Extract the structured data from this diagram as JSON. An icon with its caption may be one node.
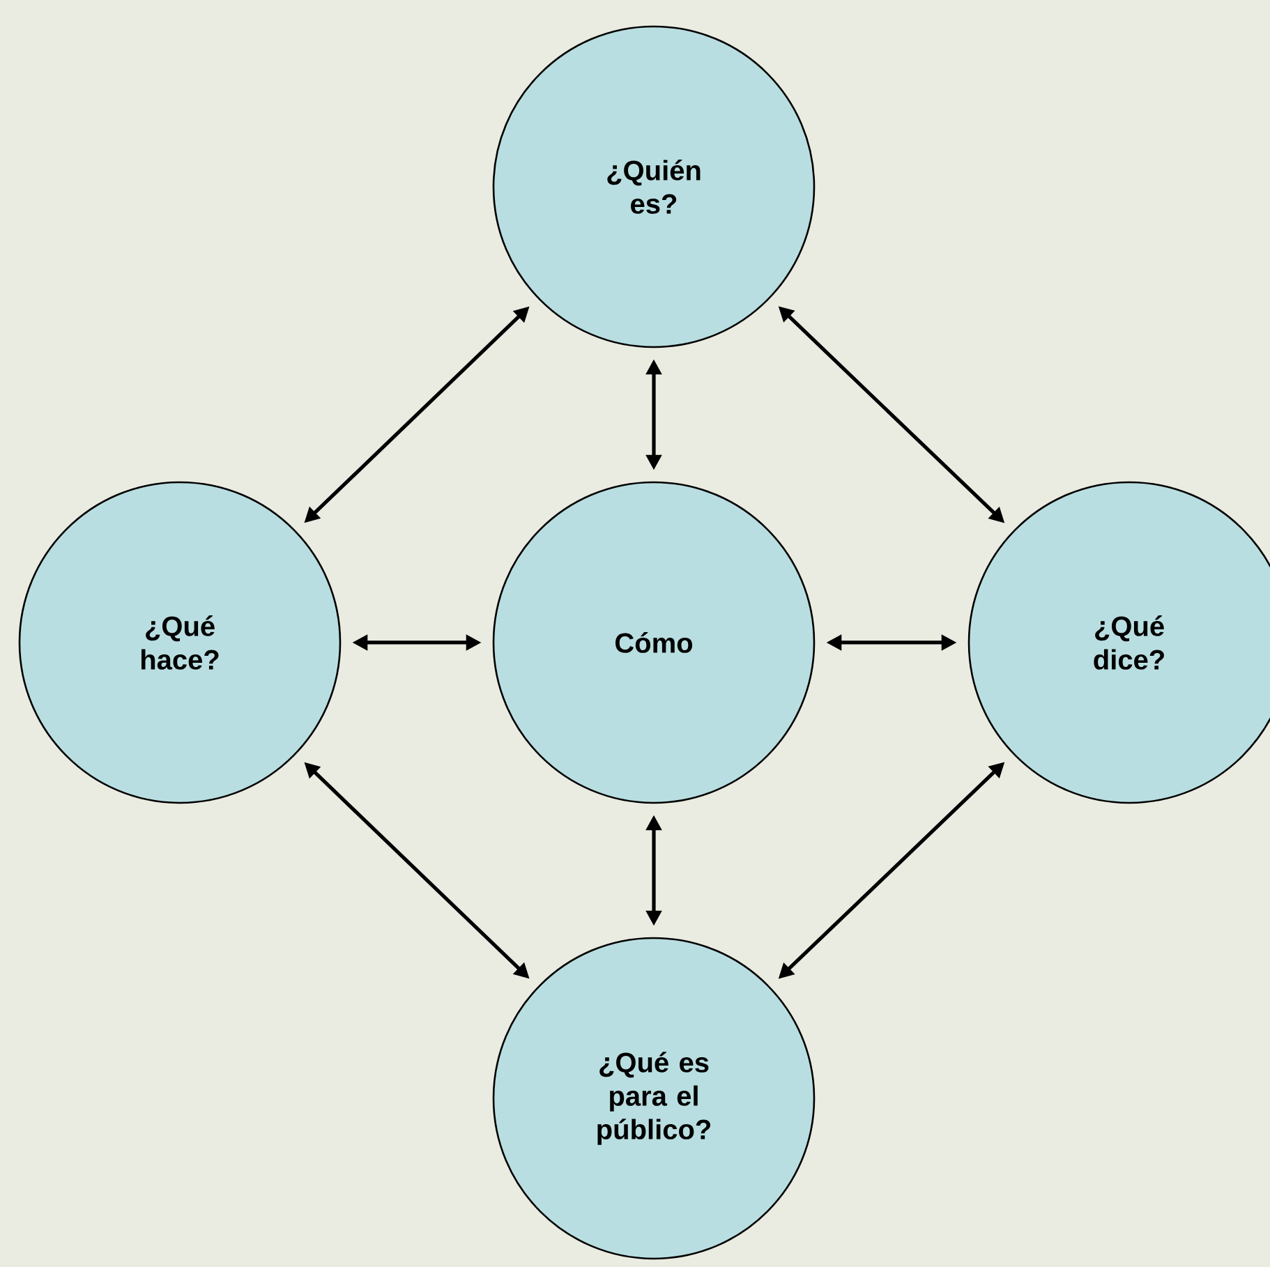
{
  "diagram": {
    "nodes": [
      {
        "text": [
          "¿Quién es?"
        ]
      },
      {
        "text": [
          "¿Qué hace?"
        ]
      },
      {
        "text": [
          "Cómo"
        ]
      },
      {
        "text": [
          "¿Qué dice?"
        ]
      },
      {
        "text": [
          "¿Qué es para el público?"
        ]
      }
    ],
    "edges": [
      {
        "from": 0,
        "to": 1,
        "arrow": "both"
      },
      {
        "from": 0,
        "to": 3,
        "arrow": "both"
      },
      {
        "from": 0,
        "to": 2,
        "arrow": "both"
      },
      {
        "from": 1,
        "to": 2,
        "arrow": "both"
      },
      {
        "from": 2,
        "to": 3,
        "arrow": "both"
      },
      {
        "from": 2,
        "to": 4,
        "arrow": "both"
      },
      {
        "from": 1,
        "to": 4,
        "arrow": "both"
      },
      {
        "from": 3,
        "to": 4,
        "arrow": "both"
      }
    ]
  }
}
